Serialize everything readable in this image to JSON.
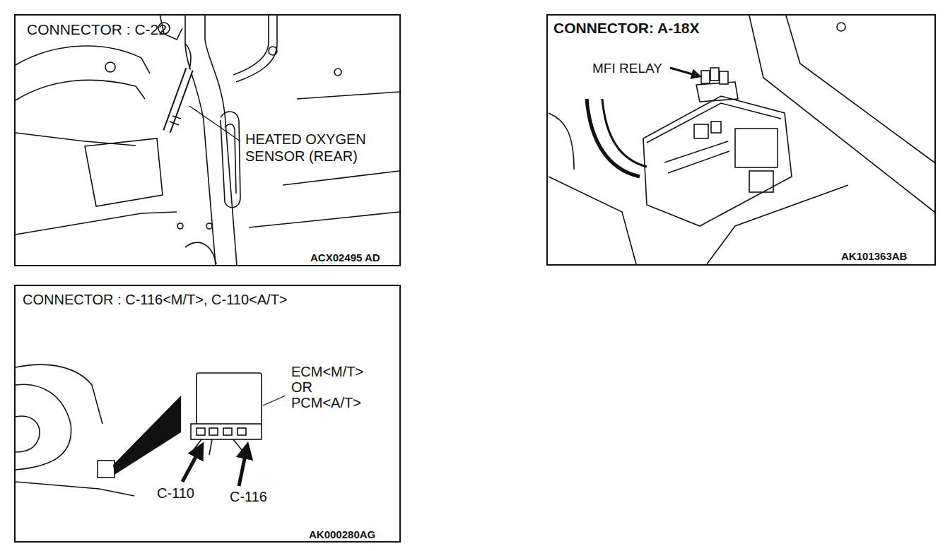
{
  "diagram": {
    "nodes": [
      {
        "text": [
          "CONNECTOR : C-22",
          "HEATED OXYGEN SENSOR (REAR)",
          "ACX02495 AD"
        ]
      },
      {
        "text": [
          "CONNECTOR: A-18X",
          "MFI RELAY",
          "AK101363AB"
        ]
      },
      {
        "text": [
          "CONNECTOR : C-116<M/T>, C-110<A/T>",
          "ECM<M/T> OR PCM<A/T>",
          "C-110",
          "C-116",
          "AK000280AG"
        ]
      }
    ]
  }
}
